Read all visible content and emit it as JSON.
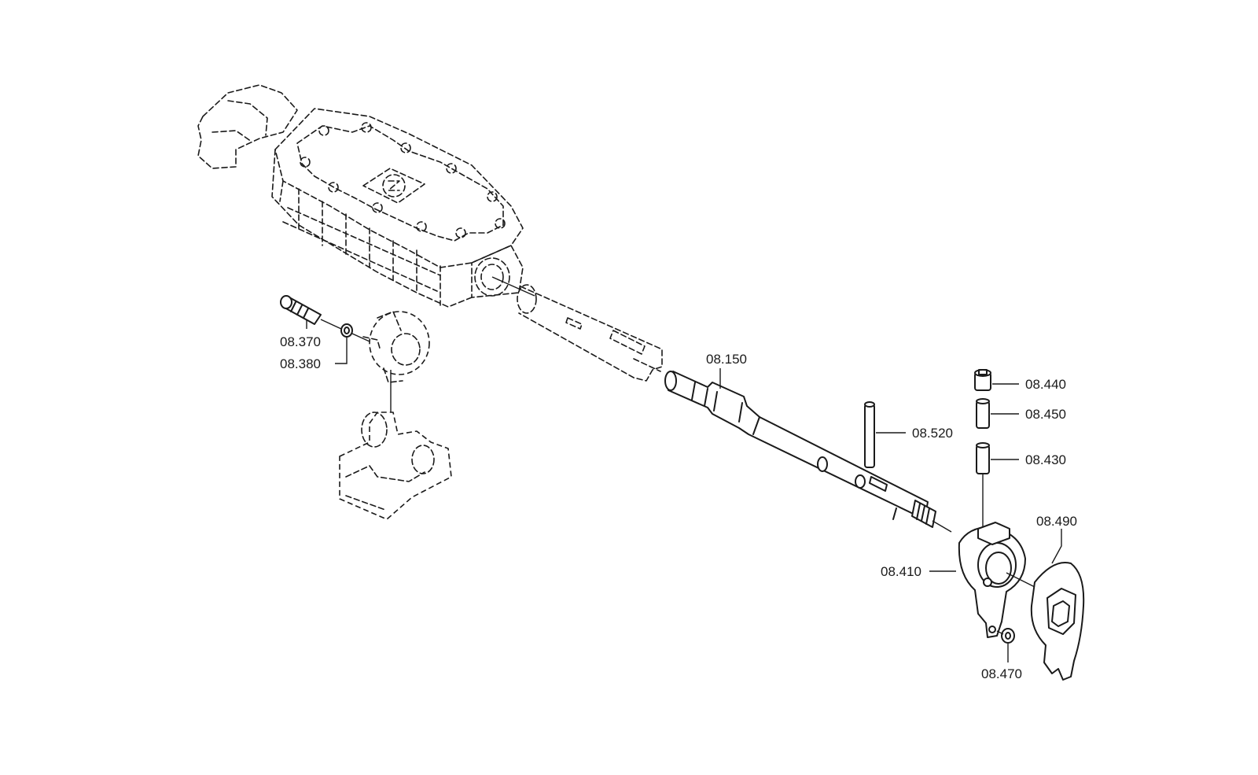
{
  "labels": {
    "p08_370": "08.370",
    "p08_380": "08.380",
    "p08_150": "08.150",
    "p08_440": "08.440",
    "p08_450": "08.450",
    "p08_520": "08.520",
    "p08_430": "08.430",
    "p08_490": "08.490",
    "p08_410": "08.410",
    "p08_470": "08.470"
  },
  "colors": {
    "line": "#1a1a1a",
    "background": "#ffffff"
  }
}
